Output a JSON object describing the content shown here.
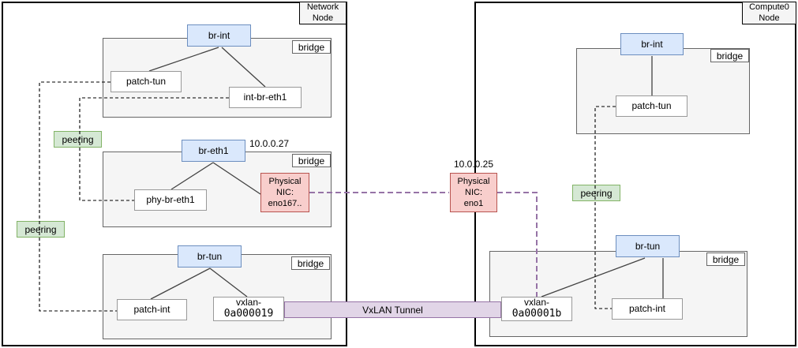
{
  "diagram": {
    "network_node": {
      "title": "Network Node",
      "br_int": {
        "label": "br-int",
        "tag": "bridge",
        "ports": {
          "patch_tun": "patch-tun",
          "int_br_eth1": "int-br-eth1"
        }
      },
      "br_eth1": {
        "label": "br-eth1",
        "ip": "10.0.0.27",
        "tag": "bridge",
        "ports": {
          "phy_br_eth1": "phy-br-eth1"
        },
        "nic": {
          "lines": [
            "Physical",
            "NIC:",
            "eno167.."
          ]
        }
      },
      "br_tun": {
        "label": "br-tun",
        "tag": "bridge",
        "ports": {
          "patch_int": "patch-int"
        },
        "vxlan": {
          "name": "vxlan-",
          "id": "0a000019"
        }
      },
      "peering_labels": [
        "peering",
        "peering"
      ]
    },
    "compute_node": {
      "title": "Compute0 Node",
      "br_int": {
        "label": "br-int",
        "tag": "bridge",
        "ports": {
          "patch_tun": "patch-tun"
        }
      },
      "br_tun": {
        "label": "br-tun",
        "tag": "bridge",
        "ports": {
          "patch_int": "patch-int"
        },
        "vxlan": {
          "name": "vxlan-",
          "id": "0a00001b"
        }
      },
      "peering_label": "peering",
      "nic": {
        "ip": "10.0.0.25",
        "lines": [
          "Physical",
          "NIC:",
          "eno1"
        ]
      }
    },
    "tunnel": {
      "label": "VxLAN Tunnel"
    },
    "colors": {
      "bridge_fill": "#dae8fc",
      "bridge_border": "#6c8ebf",
      "nic_fill": "#f8cecc",
      "nic_border": "#b85450",
      "peering_fill": "#d5e8d4",
      "peering_border": "#82b366",
      "tunnel_fill": "#e1d5e7",
      "tunnel_border": "#9673a6",
      "container_fill": "#f5f5f5",
      "container_border": "#666666",
      "node_border": "#000000"
    }
  }
}
